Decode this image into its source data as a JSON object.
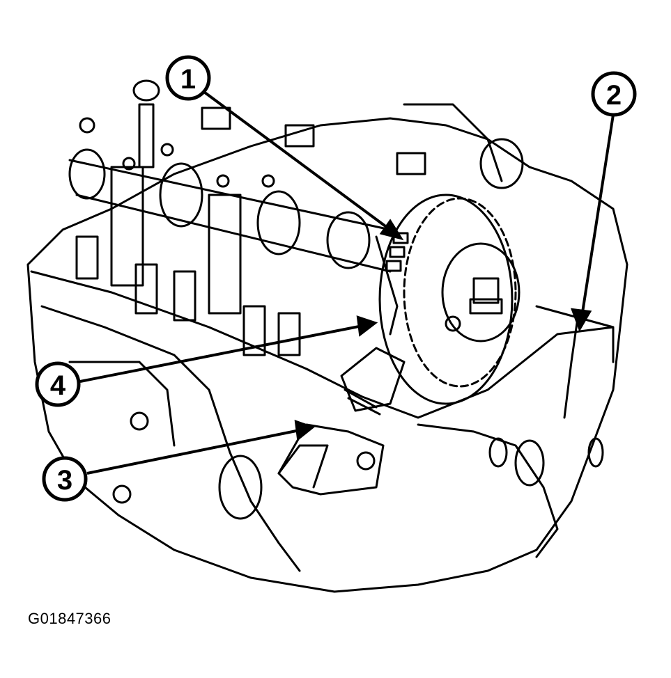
{
  "figure_id": "G01847366",
  "callouts": [
    {
      "label": "1"
    },
    {
      "label": "2"
    },
    {
      "label": "3"
    },
    {
      "label": "4"
    }
  ],
  "colors": {
    "ink": "#000000",
    "paper": "#ffffff"
  }
}
